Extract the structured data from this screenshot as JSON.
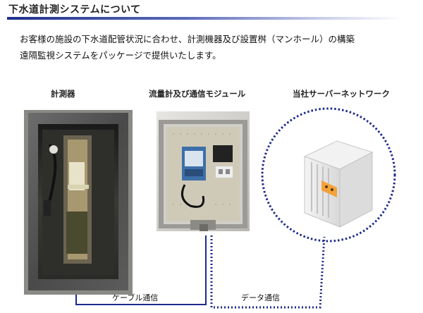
{
  "header": {
    "title": "下水道計測システムについて"
  },
  "description": {
    "line1": "お客様の施設の下水道配管状況に合わせ、計測機器及び設置桝（マンホール）の構築",
    "line2": "遠隔監視システムをパッケージで提供いたします。"
  },
  "diagram": {
    "device_label": "計測器",
    "module_label": "流量計及び通信モジュール",
    "server_label": "当社サーバーネットワーク",
    "cable_label": "ケーブル通信",
    "data_label": "データ通信"
  },
  "colors": {
    "title_bar": "#1f2f8a",
    "cable_line": "#1d2a8c",
    "data_line": "#1d2a8c",
    "circle": "#1d2a8c"
  }
}
